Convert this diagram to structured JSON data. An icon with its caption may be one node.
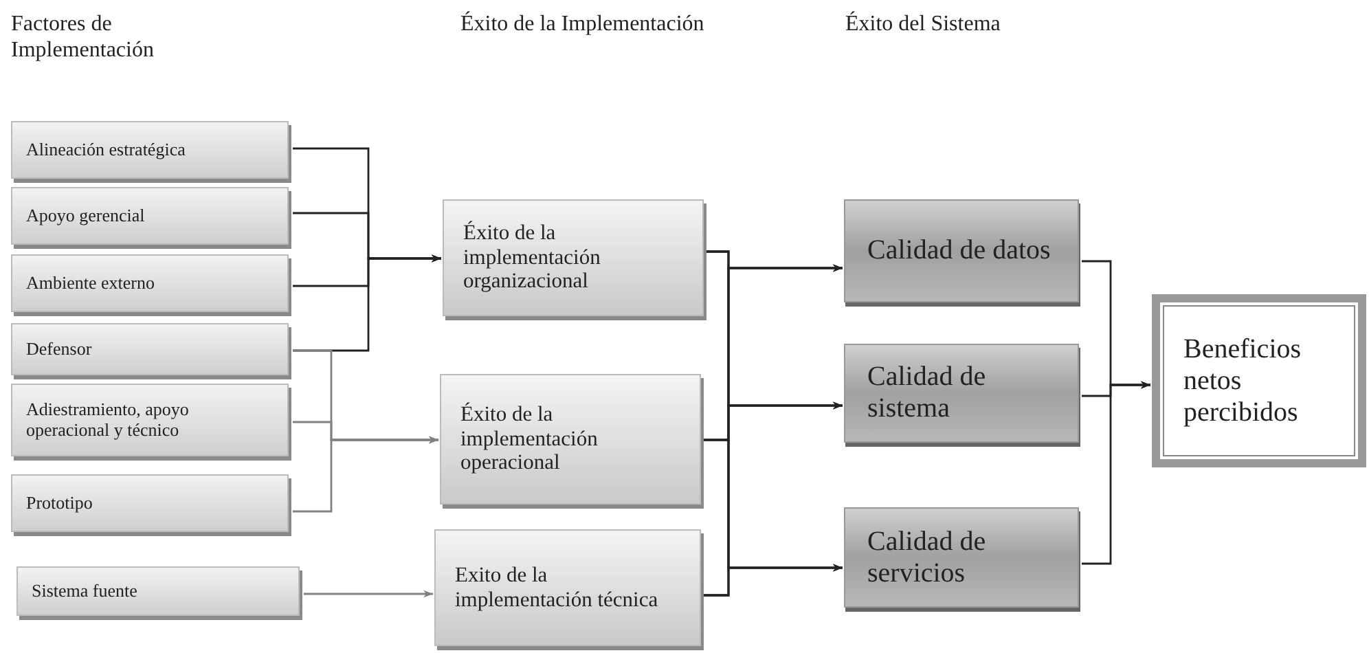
{
  "diagram": {
    "nodes": [
      {
        "text": [
          "Alineación estratégica"
        ]
      },
      {
        "text": [
          "Apoyo gerencial"
        ]
      },
      {
        "text": [
          "Ambiente externo"
        ]
      },
      {
        "text": [
          "Defensor"
        ]
      },
      {
        "text": [
          "Adiestramiento, apoyo operacional y técnico"
        ]
      },
      {
        "text": [
          "Prototipo"
        ]
      },
      {
        "text": [
          "Sistema fuente"
        ]
      },
      {
        "text": [
          "Éxito de la implementación organizacional"
        ]
      },
      {
        "text": [
          "Éxito de la implementación operacional"
        ]
      },
      {
        "text": [
          "Exito de la implementación técnica"
        ]
      },
      {
        "text": [
          "Calidad de datos"
        ]
      },
      {
        "text": [
          "Calidad de sistema"
        ]
      },
      {
        "text": [
          "Calidad de servicios"
        ]
      },
      {
        "text": [
          "Beneficios netos percibidos"
        ]
      }
    ],
    "edges": [
      {
        "from": 0,
        "to": 7,
        "arrow": "to"
      },
      {
        "from": 1,
        "to": 7,
        "arrow": "to"
      },
      {
        "from": 2,
        "to": 7,
        "arrow": "to"
      },
      {
        "from": 3,
        "to": 7,
        "arrow": "to"
      },
      {
        "from": 3,
        "to": 8,
        "arrow": "to",
        "color": "#808080"
      },
      {
        "from": 4,
        "to": 8,
        "arrow": "to",
        "color": "#808080"
      },
      {
        "from": 5,
        "to": 8,
        "arrow": "to",
        "color": "#808080"
      },
      {
        "from": 6,
        "to": 9,
        "arrow": "to",
        "color": "#808080"
      },
      {
        "from": 7,
        "to": 10,
        "arrow": "to"
      },
      {
        "from": 7,
        "to": 11,
        "arrow": "to"
      },
      {
        "from": 7,
        "to": 12,
        "arrow": "to"
      },
      {
        "from": 8,
        "to": 10,
        "arrow": "to"
      },
      {
        "from": 8,
        "to": 11,
        "arrow": "to"
      },
      {
        "from": 8,
        "to": 12,
        "arrow": "to"
      },
      {
        "from": 9,
        "to": 10,
        "arrow": "to"
      },
      {
        "from": 9,
        "to": 11,
        "arrow": "to"
      },
      {
        "from": 9,
        "to": 12,
        "arrow": "to"
      },
      {
        "from": 10,
        "to": 13,
        "arrow": "to"
      },
      {
        "from": 11,
        "to": 13,
        "arrow": "to"
      },
      {
        "from": 12,
        "to": 13,
        "arrow": "to"
      }
    ],
    "labels": [
      "Factores de Implementación",
      "Éxito de la Implementación",
      "Éxito del Sistema"
    ]
  }
}
